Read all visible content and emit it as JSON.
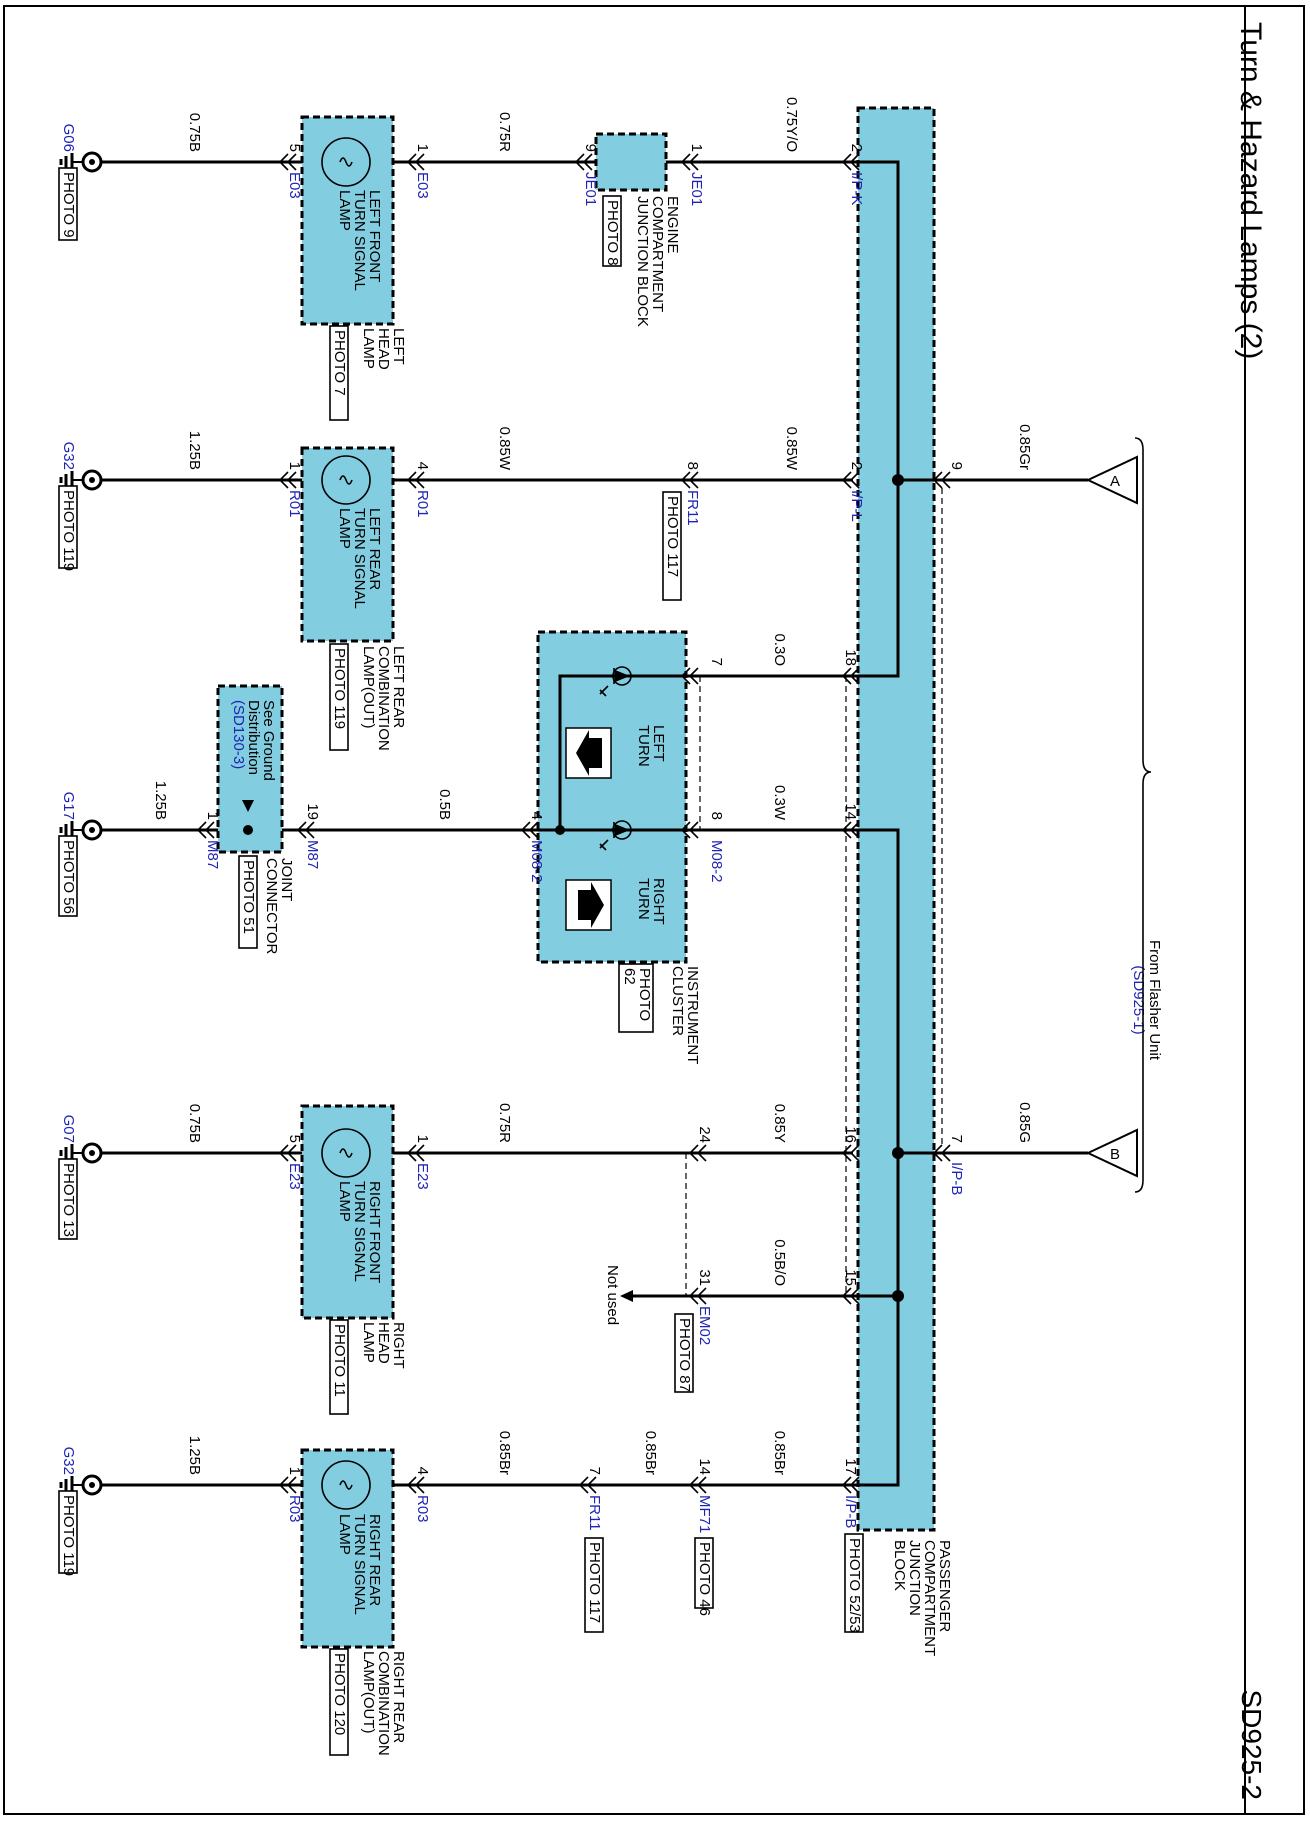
{
  "header": {
    "title": "Turn & Hazard Lamps (2)",
    "code": "SD925-2"
  },
  "flasher": {
    "from_label": "From Flasher Unit",
    "ref": "(SD925-1)",
    "a": {
      "conn": "A",
      "pin": "9",
      "wire": "0.85Gr"
    },
    "b": {
      "conn": "B",
      "pin": "7",
      "connector": "I/P-B",
      "wire": "0.85G"
    }
  },
  "pjb": {
    "lines": [
      "PASSENGER",
      "COMPARTMENT",
      "JUNCTION",
      "BLOCK"
    ],
    "photo": "PHOTO 52/53"
  },
  "circuits": {
    "lf": {
      "pjb_pin": "2",
      "pjb_conn": "I/P-K",
      "wire1": "0.75Y/O",
      "ej_pin1": "1",
      "ej_conn1": "JE01",
      "ej_pin2": "9",
      "ej_conn2": "JE01",
      "ej_lines": [
        "ENGINE",
        "COMPARTMENT",
        "JUNCTION BLOCK"
      ],
      "ej_photo": "PHOTO 8",
      "wire2": "0.75R",
      "lamp_pin_in": "1",
      "lamp_conn_in": "E03",
      "lamp_lines": [
        "LEFT FRONT",
        "TURN SIGNAL",
        "LAMP"
      ],
      "head_lines": [
        "LEFT",
        "HEAD",
        "LAMP"
      ],
      "photo": "PHOTO 7",
      "lamp_pin_out": "5",
      "lamp_conn_out": "E03",
      "wire3": "0.75B",
      "ground": "G06",
      "ground_photo": "PHOTO 9"
    },
    "lr": {
      "pjb_pin": "2",
      "pjb_conn": "I/P-L",
      "wire1": "0.85W",
      "fr_pin": "8",
      "fr_conn": "FR11",
      "fr_photo": "PHOTO 117",
      "wire2": "0.85W",
      "lamp_pin_in": "4",
      "lamp_conn_in": "R01",
      "lamp_lines": [
        "LEFT REAR",
        "TURN SIGNAL",
        "LAMP"
      ],
      "comb_lines": [
        "LEFT REAR",
        "COMBINATION",
        "LAMP(OUT)"
      ],
      "photo": "PHOTO 119",
      "lamp_pin_out": "1",
      "lamp_conn_out": "R01",
      "wire3": "1.25B",
      "ground": "G32",
      "ground_photo": "PHOTO 119"
    },
    "cluster": {
      "pjb_pin_left": "18",
      "wire_left": "0.3O",
      "pin_left": "7",
      "pjb_pin_right": "14",
      "wire_right": "0.3W",
      "pin_right": "8",
      "conn_right": "M08-2",
      "left_lines": [
        "LEFT",
        "TURN"
      ],
      "right_lines": [
        "RIGHT",
        "TURN"
      ],
      "label_lines": [
        "INSTRUMENT",
        "CLUSTER"
      ],
      "photo_lines": [
        "PHOTO",
        "62"
      ],
      "out_pin": "4",
      "out_conn": "M08-2",
      "wire_out": "0.5B",
      "jc_pin_in": "19",
      "jc_conn_in": "M87",
      "jc_lines": [
        "See Ground",
        "Distribution"
      ],
      "jc_ref": "(SD130-3)",
      "jc_label_lines": [
        "JOINT",
        "CONNECTOR"
      ],
      "jc_photo": "PHOTO 51",
      "jc_pin_out": "1",
      "jc_conn_out": "M87",
      "wire_gnd": "1.25B",
      "ground": "G17",
      "ground_photo": "PHOTO 56"
    },
    "rf": {
      "pjb_pin": "16",
      "wire1": "0.85Y",
      "mid_pin": "24",
      "wire2": "0.75R",
      "lamp_pin_in": "1",
      "lamp_conn_in": "E23",
      "lamp_lines": [
        "RIGHT FRONT",
        "TURN SIGNAL",
        "LAMP"
      ],
      "head_lines": [
        "RIGHT",
        "HEAD",
        "LAMP"
      ],
      "photo": "PHOTO 11",
      "lamp_pin_out": "5",
      "lamp_conn_out": "E23",
      "wire3": "0.75B",
      "ground": "G07",
      "ground_photo": "PHOTO 13"
    },
    "nu": {
      "pjb_pin": "15",
      "wire": "0.5B/O",
      "em_pin": "31",
      "em_conn": "EM02",
      "em_photo": "PHOTO 87",
      "not_used": "Not used"
    },
    "rr": {
      "pjb_pin": "17",
      "pjb_conn": "I/P-B",
      "wire1": "0.85Br",
      "mf_pin": "14",
      "mf_conn": "MF71",
      "mf_photo": "PHOTO 46",
      "wire2": "0.85Br",
      "fr_pin": "7",
      "fr_conn": "FR11",
      "fr_photo": "PHOTO 117",
      "wire3": "0.85Br",
      "lamp_pin_in": "4",
      "lamp_conn_in": "R03",
      "lamp_lines": [
        "RIGHT REAR",
        "TURN SIGNAL",
        "LAMP"
      ],
      "comb_lines": [
        "RIGHT REAR",
        "COMBINATION",
        "LAMP(OUT)"
      ],
      "photo": "PHOTO 120",
      "lamp_pin_out": "1",
      "lamp_conn_out": "R03",
      "wire4": "1.25B",
      "ground": "G32",
      "ground_photo": "PHOTO 119"
    }
  }
}
